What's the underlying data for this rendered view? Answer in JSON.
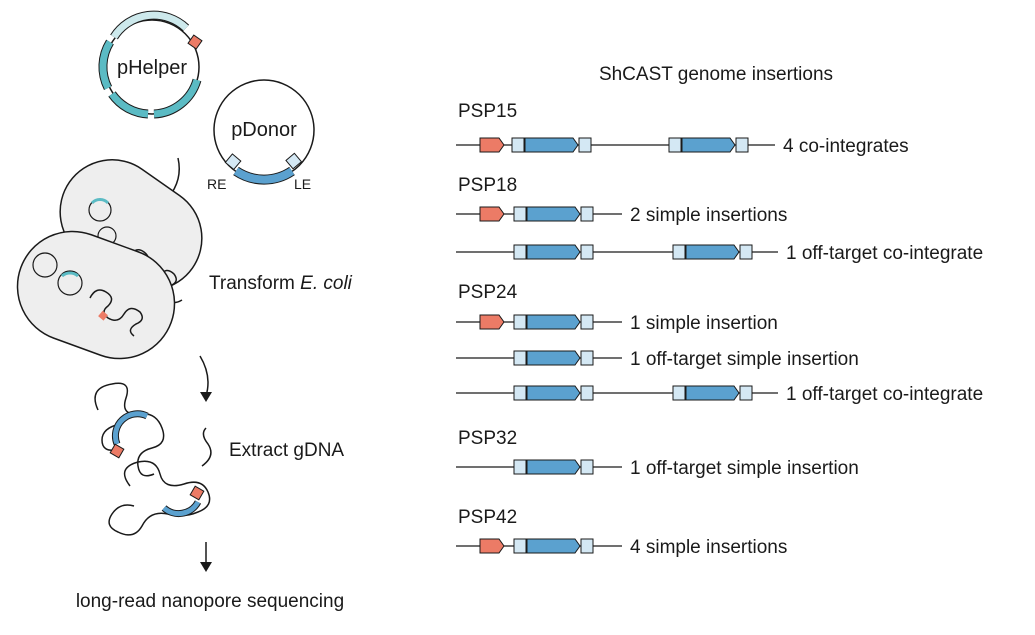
{
  "colors": {
    "blue": "#5ba1cf",
    "blue_dark": "#2f6e9c",
    "light_blue": "#d4e8f4",
    "red": "#ec7b66",
    "teal": "#5bbbc4",
    "teal_light": "#cde9ec",
    "cell_fill": "#eeeeee",
    "line": "#1a1a1a"
  },
  "workflow": {
    "plasmid_helper": "pHelper",
    "plasmid_donor": "pDonor",
    "end_right": "RE",
    "end_left": "LE",
    "step_transform_prefix": "Transform ",
    "step_transform_species": "E. coli",
    "step_extract": "Extract gDNA",
    "step_sequencing": "long-read nanopore sequencing"
  },
  "insertions": {
    "title": "ShCAST genome insertions",
    "groups": [
      {
        "name": "PSP15",
        "rows": [
          {
            "kind": "cointegrate",
            "red": true,
            "label": "4 co-integrates"
          }
        ]
      },
      {
        "name": "PSP18",
        "rows": [
          {
            "kind": "simple",
            "red": true,
            "label": "2 simple insertions"
          },
          {
            "kind": "cointegrate",
            "red": false,
            "label": "1 off-target co-integrate"
          }
        ]
      },
      {
        "name": "PSP24",
        "rows": [
          {
            "kind": "simple",
            "red": true,
            "label": "1 simple insertion"
          },
          {
            "kind": "simple",
            "red": false,
            "label": "1 off-target simple insertion"
          },
          {
            "kind": "cointegrate",
            "red": false,
            "label": "1 off-target co-integrate"
          }
        ]
      },
      {
        "name": "PSP32",
        "rows": [
          {
            "kind": "simple",
            "red": false,
            "label": "1 off-target simple insertion"
          }
        ]
      },
      {
        "name": "PSP42",
        "rows": [
          {
            "kind": "simple",
            "red": true,
            "label": "4 simple insertions"
          }
        ]
      }
    ]
  }
}
